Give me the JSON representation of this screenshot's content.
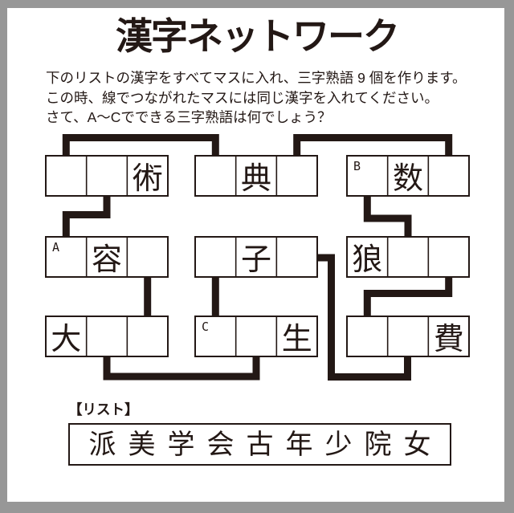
{
  "title": "漢字ネットワーク",
  "instructions": {
    "line1": "下のリストの漢字をすべてマスに入れ、三字熟語 9 個を作ります。",
    "line2": "この時、線でつながれたマスには同じ漢字を入れてください。",
    "line3": "さて、A〜Cでできる三字熟語は何でしょう？"
  },
  "puzzle": {
    "boxes": [
      {
        "id": "top-left",
        "label": "",
        "cells": [
          "",
          "",
          "術"
        ]
      },
      {
        "id": "top-middle",
        "label": "",
        "cells": [
          "",
          "典",
          ""
        ]
      },
      {
        "id": "top-right",
        "label": "B",
        "cells": [
          "",
          "数",
          ""
        ]
      },
      {
        "id": "mid-left",
        "label": "A",
        "cells": [
          "",
          "容",
          ""
        ]
      },
      {
        "id": "mid-middle",
        "label": "",
        "cells": [
          "",
          "子",
          ""
        ]
      },
      {
        "id": "mid-right",
        "label": "",
        "cells": [
          "狼",
          "",
          ""
        ]
      },
      {
        "id": "bottom-left",
        "label": "",
        "cells": [
          "大",
          "",
          ""
        ]
      },
      {
        "id": "bottom-middle",
        "label": "C",
        "cells": [
          "",
          "",
          "生"
        ]
      },
      {
        "id": "bottom-right",
        "label": "",
        "cells": [
          "",
          "",
          "費"
        ]
      }
    ],
    "connections": [
      "top-left.cell1 - top-middle.cell1",
      "top-middle.cell3 - top-right.cell3",
      "top-left.cell2 - mid-left.cell1",
      "top-right.cell1 - mid-right.cell2",
      "mid-left.cell3 - bottom-left.cell3",
      "mid-middle.cell1 - bottom-middle.cell1",
      "mid-middle.cell3 - bottom-right.cell2",
      "mid-right.cell3 - bottom-right.cell1",
      "bottom-left.cell2 - bottom-middle.cell2"
    ]
  },
  "list": {
    "label": "【リスト】",
    "items": [
      "派",
      "美",
      "学",
      "会",
      "古",
      "年",
      "少",
      "院",
      "女"
    ]
  },
  "colors": {
    "ink": "#231815",
    "frame": "#979797",
    "background": "#ffffff"
  }
}
